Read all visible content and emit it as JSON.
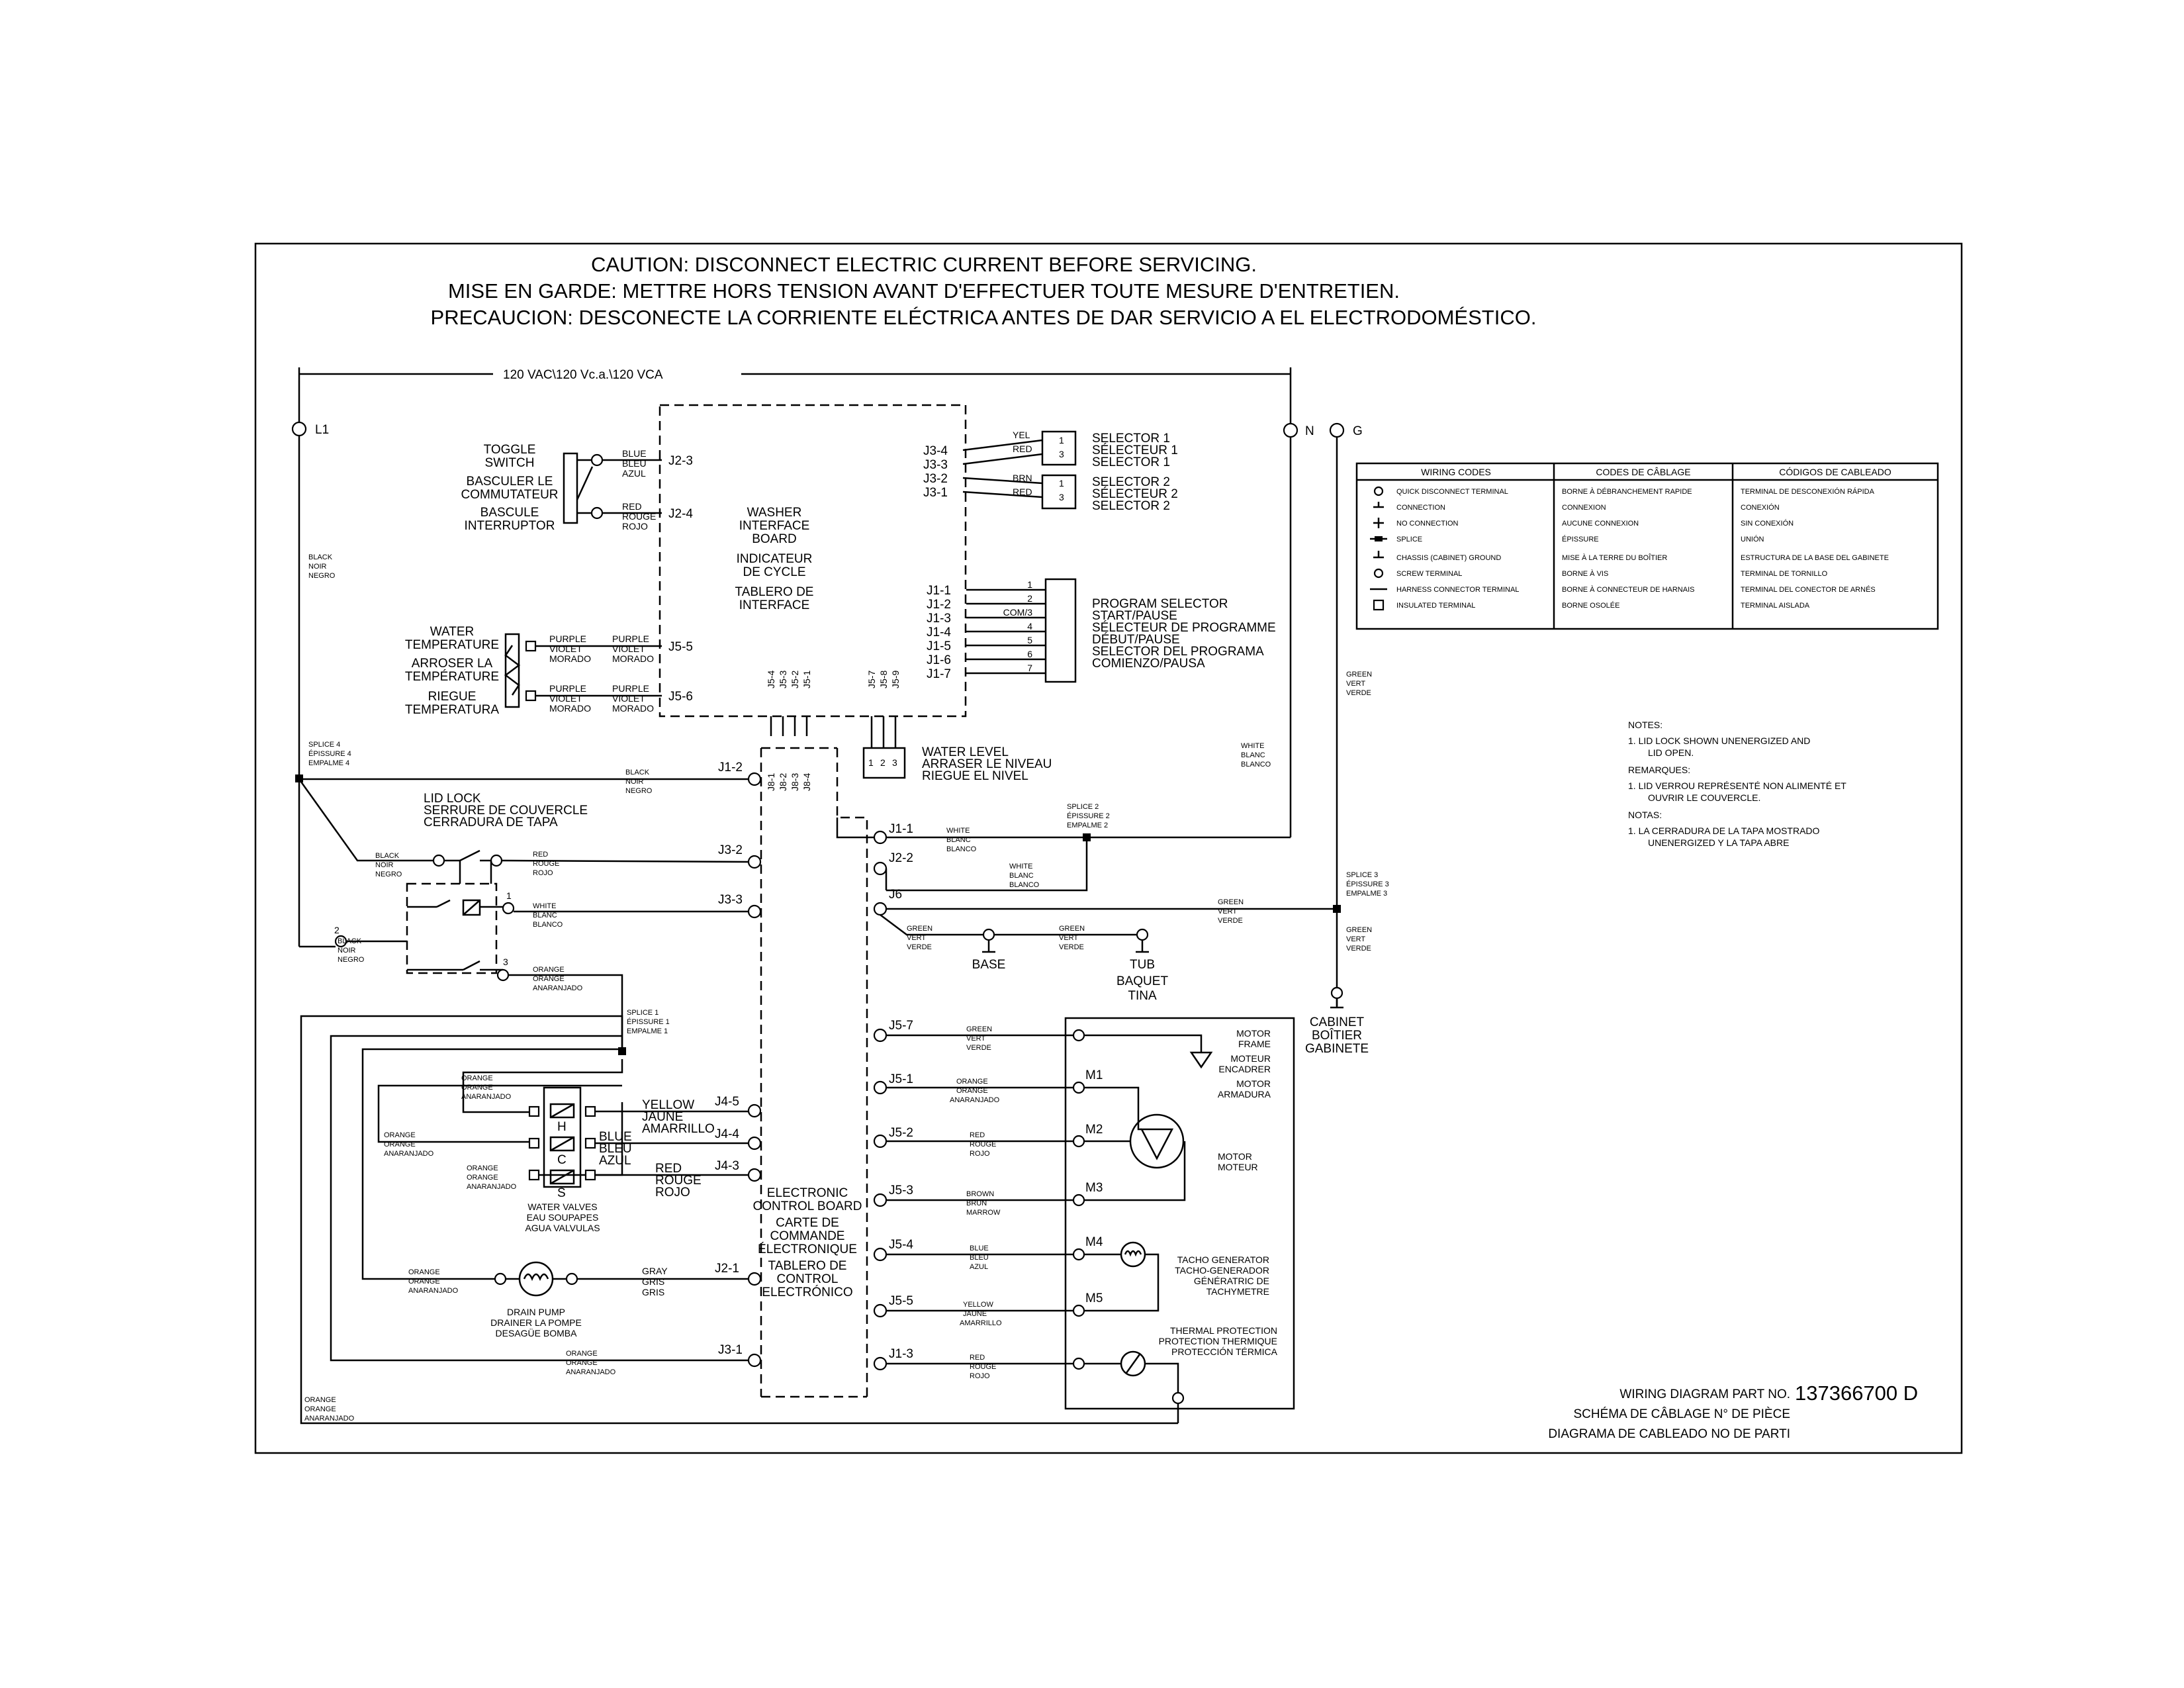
{
  "caution": [
    "CAUTION: DISCONNECT ELECTRIC CURRENT BEFORE SERVICING.",
    "MISE EN GARDE: METTRE HORS TENSION AVANT D'EFFECTUER TOUTE MESURE D'ENTRETIEN.",
    "PRECAUCION: DESCONECTE LA CORRIENTE ELÉCTRICA ANTES DE DAR SERVICIO A EL ELECTRODOMÉSTICO."
  ],
  "voltage": "120 VAC\\120 Vc.a.\\120 VCA",
  "power": {
    "l1": "L1",
    "n": "N",
    "g": "G"
  },
  "toggle_switch": [
    "TOGGLE",
    "SWITCH",
    "BASCULER LE",
    "COMMUTATEUR",
    "BASCULE",
    "INTERRUPTOR"
  ],
  "water_temp": [
    "WATER",
    "TEMPERATURE",
    "ARROSER LA",
    "TEMPÉRATURE",
    "RIEGUE",
    "TEMPERATURA"
  ],
  "washer_board": [
    "WASHER",
    "INTERFACE",
    "BOARD",
    "INDICATEUR",
    "DE CYCLE",
    "TABLERO DE",
    "INTERFACE"
  ],
  "colors": {
    "blue": [
      "BLUE",
      "BLEU",
      "AZUL"
    ],
    "red": [
      "RED",
      "ROUGE",
      "ROJO"
    ],
    "purple": [
      "PURPLE",
      "VIOLET",
      "MORADO"
    ],
    "black": [
      "BLACK",
      "NOIR",
      "NEGRO"
    ],
    "white": [
      "WHITE",
      "BLANC",
      "BLANCO"
    ],
    "green": [
      "GREEN",
      "VERT",
      "VERDE"
    ],
    "orange": [
      "ORANGE",
      "ORANGE",
      "ANARANJADO"
    ],
    "yellow": [
      "YELLOW",
      "JAUNE",
      "AMARRILLO"
    ],
    "gray": [
      "GRAY",
      "GRIS",
      "GRIS"
    ],
    "brown": [
      "BROWN",
      "BRUN",
      "MARROW"
    ]
  },
  "selectors": {
    "j3_pins": [
      "J3-4",
      "J3-3",
      "J3-2",
      "J3-1"
    ],
    "wires": [
      "YEL",
      "RED",
      "BRN",
      "RED"
    ],
    "sel1": [
      "SELECTOR 1",
      "SÉLECTEUR 1",
      "SELECTOR 1"
    ],
    "sel2": [
      "SELECTOR 2",
      "SÉLECTEUR 2",
      "SELECTOR 2"
    ],
    "pins": [
      "1",
      "3"
    ]
  },
  "program_selector": {
    "j1_pins": [
      "J1-1",
      "J1-2",
      "J1-3",
      "J1-4",
      "J1-5",
      "J1-6",
      "J1-7"
    ],
    "pin_nums": [
      "1",
      "2",
      "COM/3",
      "4",
      "5",
      "6",
      "7"
    ],
    "label": [
      "PROGRAM SELECTOR",
      "START/PAUSE",
      "SÉLECTEUR DE PROGRAMME",
      "DÉBUT/PAUSE",
      "SELECTOR DEL PROGRAMA",
      "COMIENZO/PAUSA"
    ]
  },
  "board_pins": {
    "j2": [
      "J2-3",
      "J2-4"
    ],
    "j5": [
      "J5-5",
      "J5-6"
    ],
    "j5_bottom": [
      "J5-4",
      "J5-3",
      "J5-2",
      "J5-1"
    ],
    "j5_right": [
      "J5-7",
      "J5-8",
      "J5-9"
    ],
    "j8": [
      "J8-1",
      "J8-2",
      "J8-3",
      "J8-4"
    ],
    "level_pins": [
      "1",
      "2",
      "3"
    ]
  },
  "water_level": [
    "WATER LEVEL",
    "ARRASER LE NIVEAU",
    "RIEGUE EL NIVEL"
  ],
  "splices": {
    "s4": [
      "SPLICE 4",
      "ÉPISSURE 4",
      "EMPALME 4"
    ],
    "s2": [
      "SPLICE 2",
      "ÉPISSURE 2",
      "EMPALME 2"
    ],
    "s3": [
      "SPLICE 3",
      "ÉPISSURE 3",
      "EMPALME 3"
    ],
    "s1": [
      "SPLICE 1",
      "ÉPISSURE 1",
      "EMPALME 1"
    ]
  },
  "lid_lock": [
    "LID LOCK",
    "SERRURE DE COUVERCLE",
    "CERRADURA DE TAPA"
  ],
  "lid_pins": [
    "1",
    "2",
    "3"
  ],
  "ecb_pins": {
    "left": [
      "J1-2",
      "J3-2",
      "J3-3",
      "J4-5",
      "J4-4",
      "J4-3",
      "J2-1",
      "J3-1"
    ],
    "right": [
      "J1-1",
      "J2-2",
      "J6",
      "J5-7",
      "J5-1",
      "J5-2",
      "J5-3",
      "J5-4",
      "J5-5",
      "J1-3"
    ]
  },
  "ecb": [
    "ELECTRONIC",
    "CONTROL BOARD",
    "CARTE DE",
    "COMMANDE",
    "ÉLECTRONIQUE",
    "TABLERO DE",
    "CONTROL",
    "ELECTRÓNICO"
  ],
  "grounds": {
    "base": "BASE",
    "tub": [
      "TUB",
      "BAQUET",
      "TINA"
    ],
    "cabinet": [
      "CABINET",
      "BOÎTIER",
      "GABINETE"
    ]
  },
  "valves": {
    "letters": [
      "H",
      "C",
      "S"
    ],
    "label": [
      "WATER VALVES",
      "EAU SOUPAPES",
      "AGUA VALVULAS"
    ]
  },
  "drain_pump": [
    "DRAIN PUMP",
    "DRAINER LA POMPE",
    "DESAGÜE BOMBA"
  ],
  "motor": {
    "pins": [
      "M1",
      "M2",
      "M3",
      "M4",
      "M5"
    ],
    "frame": [
      "MOTOR",
      "FRAME",
      "MOTEUR",
      "ENCADRER",
      "MOTOR",
      "ARMADURA"
    ],
    "motor": [
      "MOTOR",
      "MOTEUR"
    ],
    "tacho": [
      "TACHO GENERATOR",
      "TACHO-GENERADOR",
      "GÉNÉRATRIC DE",
      "TACHYMETRE"
    ],
    "thermal": [
      "THERMAL PROTECTION",
      "PROTECTION THERMIQUE",
      "PROTECCIÓN TÉRMICA"
    ]
  },
  "legend": {
    "headers": [
      "WIRING CODES",
      "CODES DE CÂBLAGE",
      "CÓDIGOS DE CABLEADO"
    ],
    "rows": [
      [
        "QUICK DISCONNECT TERMINAL",
        "BORNE À DÉBRANCHEMENT RAPIDE",
        "TERMINAL DE DESCONEXIÓN RÁPIDA"
      ],
      [
        "CONNECTION",
        "CONNEXION",
        "CONEXIÓN"
      ],
      [
        "NO CONNECTION",
        "AUCUNE CONNEXION",
        "SIN CONEXIÓN"
      ],
      [
        "SPLICE",
        "ÉPISSURE",
        "UNIÓN"
      ],
      [
        "CHASSIS (CABINET) GROUND",
        "MISE À LA TERRE DU BOÎTIER",
        "ESTRUCTURA DE LA BASE DEL GABINETE"
      ],
      [
        "SCREW TERMINAL",
        "BORNE À VIS",
        "TERMINAL DE TORNILLO"
      ],
      [
        "HARNESS CONNECTOR TERMINAL",
        "BORNE À CONNECTEUR DE HARNAIS",
        "TERMINAL DEL CONECTOR DE ARNÉS"
      ],
      [
        "INSULATED TERMINAL",
        "BORNE OSOLÉE",
        "TERMINAL AISLADA"
      ]
    ]
  },
  "notes": [
    "NOTES:",
    "1. LID LOCK SHOWN UNENERGIZED AND",
    "LID OPEN.",
    "REMARQUES:",
    "1. LID VERROU REPRÉSENTÉ NON ALIMENTÉ ET",
    "OUVRIR LE COUVERCLE.",
    "NOTAS:",
    "1. LA CERRADURA DE LA TAPA MOSTRADO",
    "UNENERGIZED Y LA TAPA ABRE"
  ],
  "part": {
    "line1": "WIRING DIAGRAM PART NO.",
    "number": "137366700 D",
    "line2": "SCHÉMA DE CÂBLAGE N° DE PIÈCE",
    "line3": "DIAGRAMA DE CABLEADO NO DE PARTI"
  }
}
